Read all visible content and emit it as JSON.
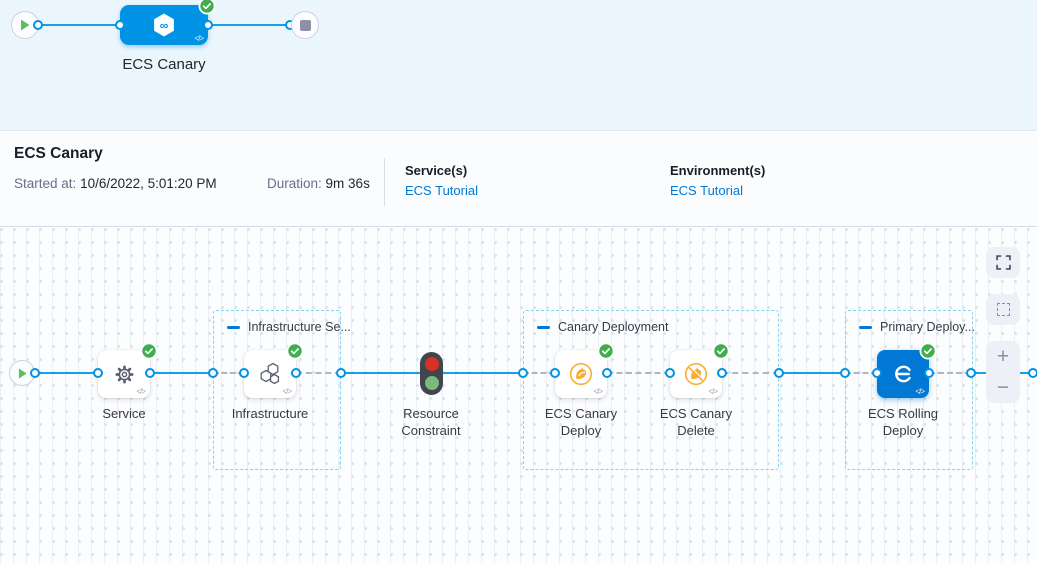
{
  "mini_graph": {
    "stage_name": "ECS Canary"
  },
  "summary": {
    "title": "ECS Canary",
    "started_label": "Started at:",
    "started_value": "10/6/2022, 5:01:20 PM",
    "duration_label": "Duration:",
    "duration_value": "9m 36s",
    "services_label": "Service(s)",
    "services_value": "ECS Tutorial",
    "environments_label": "Environment(s)",
    "environments_value": "ECS Tutorial"
  },
  "graph": {
    "groups": [
      {
        "label": "Infrastructure Se..."
      },
      {
        "label": "Canary Deployment"
      },
      {
        "label": "Primary Deploy..."
      }
    ],
    "steps": [
      {
        "name": "Service",
        "status": "success"
      },
      {
        "name": "Infrastructure",
        "status": "success"
      },
      {
        "name": "Resource Constraint",
        "status": "none"
      },
      {
        "name": "ECS Canary Deploy",
        "status": "success"
      },
      {
        "name": "ECS Canary Delete",
        "status": "success"
      },
      {
        "name": "ECS Rolling Deploy",
        "status": "success"
      }
    ]
  },
  "controls": {
    "zoom_in_label": "+",
    "zoom_out_label": "−"
  },
  "icons": {
    "code_glyph": "</>"
  },
  "colors": {
    "accent_blue": "#0092e4",
    "link_blue": "#0278d5",
    "success_green": "#3fae4e",
    "canary_amber": "#f9ae33",
    "traffic_red": "#d93025",
    "traffic_green": "#7db87d",
    "strip_background": "#eaf6fc"
  }
}
